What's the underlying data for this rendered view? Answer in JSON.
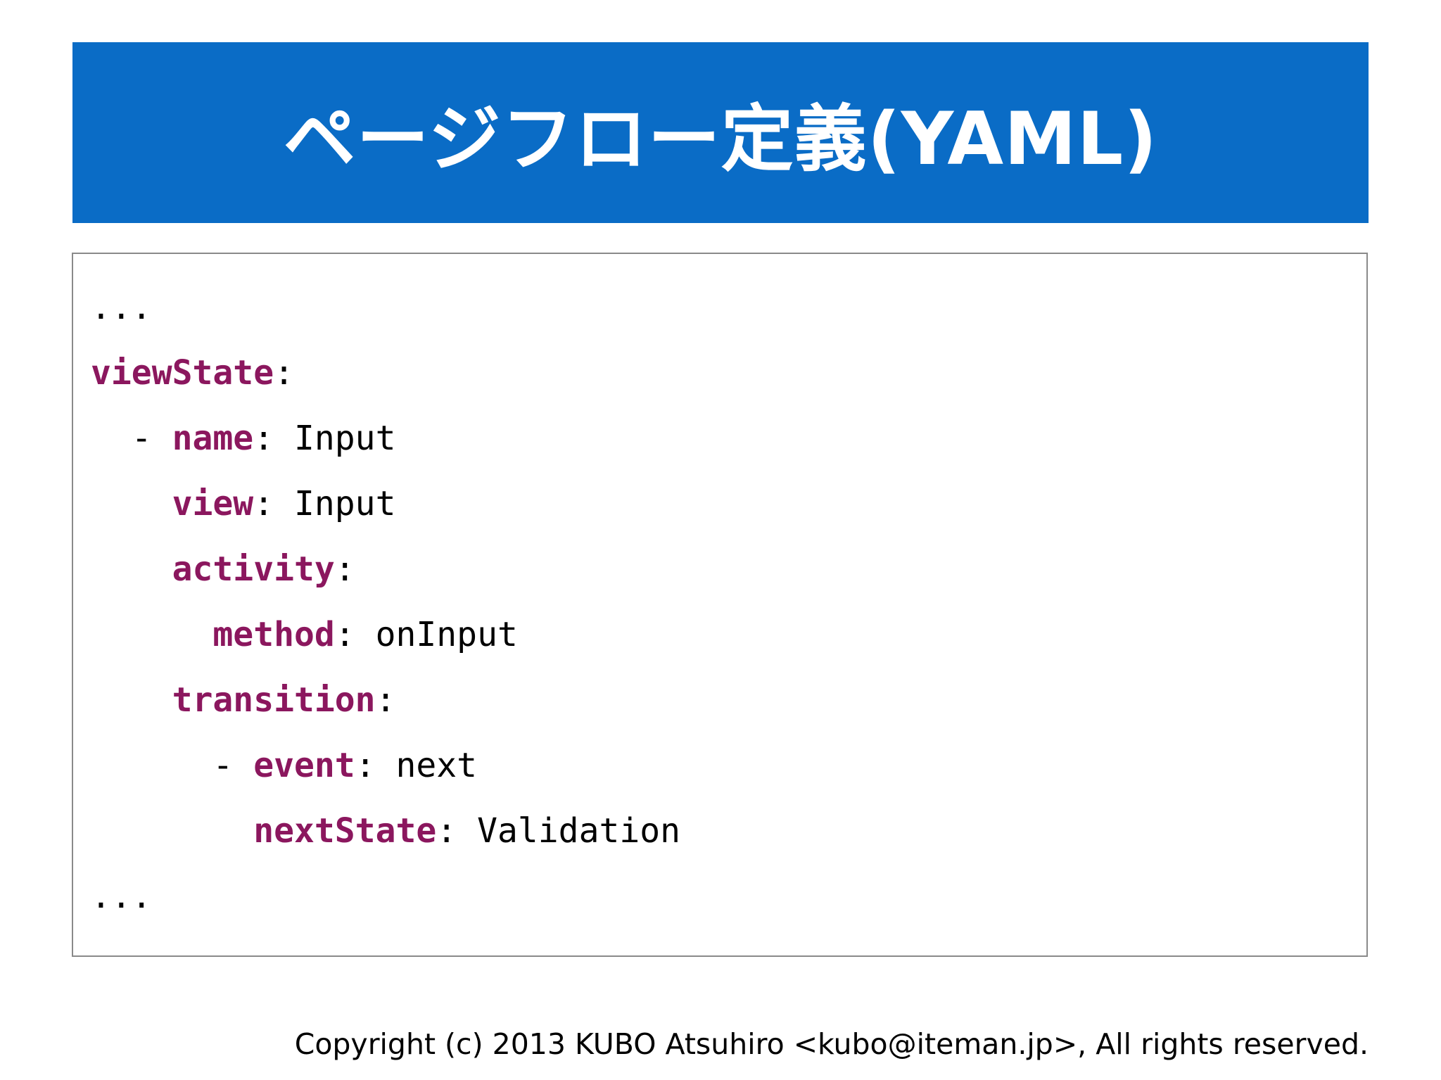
{
  "colors": {
    "header_bg": "#0a6cc6",
    "header_fg": "#ffffff",
    "border": "#8a8a8a",
    "code_fg": "#000000",
    "key": "#8b175e"
  },
  "header": {
    "title": "ページフロー定義(YAML)"
  },
  "code_block": {
    "language": "yaml",
    "lines": [
      {
        "segments": [
          {
            "text": "...",
            "style": "plain"
          }
        ]
      },
      {
        "segments": [
          {
            "text": "viewState",
            "style": "key"
          },
          {
            "text": ":",
            "style": "plain"
          }
        ]
      },
      {
        "segments": [
          {
            "text": "  - ",
            "style": "plain"
          },
          {
            "text": "name",
            "style": "key"
          },
          {
            "text": ": Input",
            "style": "plain"
          }
        ]
      },
      {
        "segments": [
          {
            "text": "    ",
            "style": "plain"
          },
          {
            "text": "view",
            "style": "key"
          },
          {
            "text": ": Input",
            "style": "plain"
          }
        ]
      },
      {
        "segments": [
          {
            "text": "    ",
            "style": "plain"
          },
          {
            "text": "activity",
            "style": "key"
          },
          {
            "text": ":",
            "style": "plain"
          }
        ]
      },
      {
        "segments": [
          {
            "text": "      ",
            "style": "plain"
          },
          {
            "text": "method",
            "style": "key"
          },
          {
            "text": ": onInput",
            "style": "plain"
          }
        ]
      },
      {
        "segments": [
          {
            "text": "    ",
            "style": "plain"
          },
          {
            "text": "transition",
            "style": "key"
          },
          {
            "text": ":",
            "style": "plain"
          }
        ]
      },
      {
        "segments": [
          {
            "text": "      - ",
            "style": "plain"
          },
          {
            "text": "event",
            "style": "key"
          },
          {
            "text": ": next",
            "style": "plain"
          }
        ]
      },
      {
        "segments": [
          {
            "text": "        ",
            "style": "plain"
          },
          {
            "text": "nextState",
            "style": "key"
          },
          {
            "text": ": Validation",
            "style": "plain"
          }
        ]
      },
      {
        "segments": [
          {
            "text": "...",
            "style": "plain"
          }
        ]
      }
    ]
  },
  "footer": {
    "copyright": "Copyright (c) 2013 KUBO Atsuhiro <kubo@iteman.jp>, All rights reserved."
  }
}
